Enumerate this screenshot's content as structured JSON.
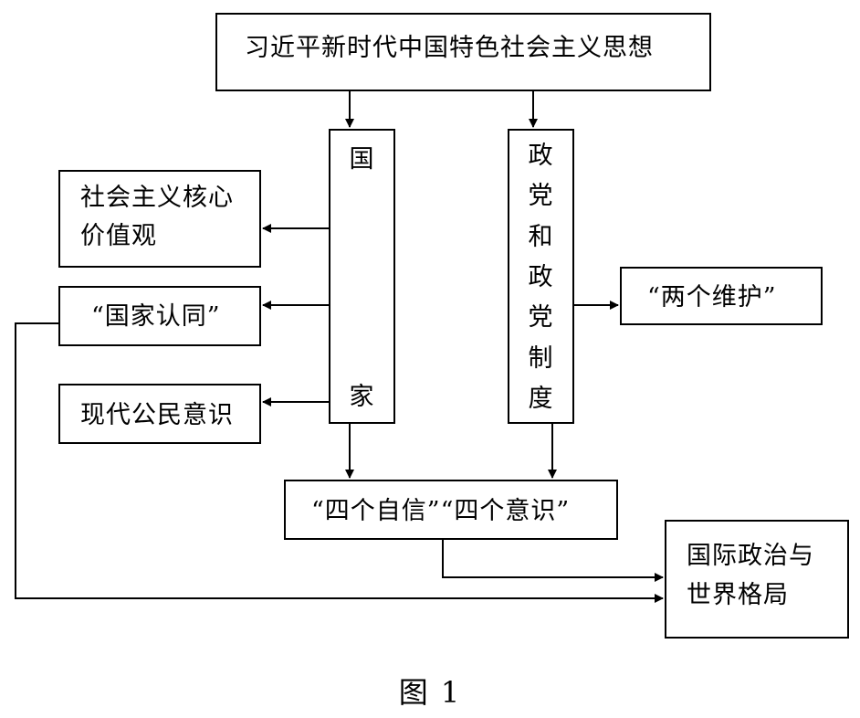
{
  "top_node": {
    "text": "习近平新时代中国特色社会主义思想"
  },
  "state_column": {
    "chars": [
      "国",
      "家"
    ]
  },
  "party_column": {
    "chars": [
      "政",
      "党",
      "和",
      "政",
      "党",
      "制",
      "度"
    ]
  },
  "left_nodes": {
    "values": {
      "line1": "社会主义核心",
      "line2": "价值观"
    },
    "identity": {
      "text": "“国家认同”"
    },
    "civic": {
      "text": "现代公民意识"
    }
  },
  "right_node": {
    "text": "“两个维护”"
  },
  "bottom_node": {
    "text": "“四个自信”“四个意识”"
  },
  "world_node": {
    "line1": "国际政治与",
    "line2": "世界格局"
  },
  "caption": {
    "text": "图 1"
  }
}
